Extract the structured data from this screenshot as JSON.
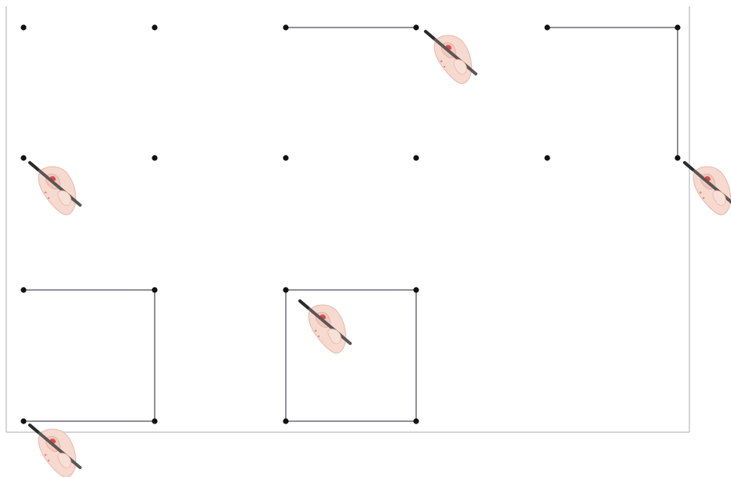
{
  "diagram": {
    "description_visible_text": "",
    "colors": {
      "background": "#ffffff",
      "frame": "#c8c8c8",
      "dot": "#111111",
      "line": "#6b6b78",
      "skin": "#f6d9cf",
      "skin_shadow": "#e9b7a9",
      "pencil": "#5b5656",
      "pencil_tip": "#2d2a2a",
      "nail": "#d84a4a"
    },
    "panels": [
      {
        "id": "panel-1",
        "drawn_segments": []
      },
      {
        "id": "panel-2",
        "drawn_segments": [
          [
            "top-left",
            "top-right"
          ]
        ]
      },
      {
        "id": "panel-3",
        "drawn_segments": [
          [
            "top-left",
            "top-right"
          ],
          [
            "top-right",
            "bottom-right"
          ]
        ]
      },
      {
        "id": "panel-4",
        "drawn_segments": [
          [
            "top-left",
            "top-right"
          ],
          [
            "top-right",
            "bottom-right"
          ],
          [
            "bottom-right",
            "bottom-left"
          ]
        ]
      },
      {
        "id": "panel-5",
        "drawn_segments": [
          [
            "top-left",
            "top-right"
          ],
          [
            "top-right",
            "bottom-right"
          ],
          [
            "bottom-right",
            "bottom-left"
          ],
          [
            "bottom-left",
            "top-left"
          ]
        ]
      }
    ],
    "hand_icon": "pencil-hand-icon"
  }
}
